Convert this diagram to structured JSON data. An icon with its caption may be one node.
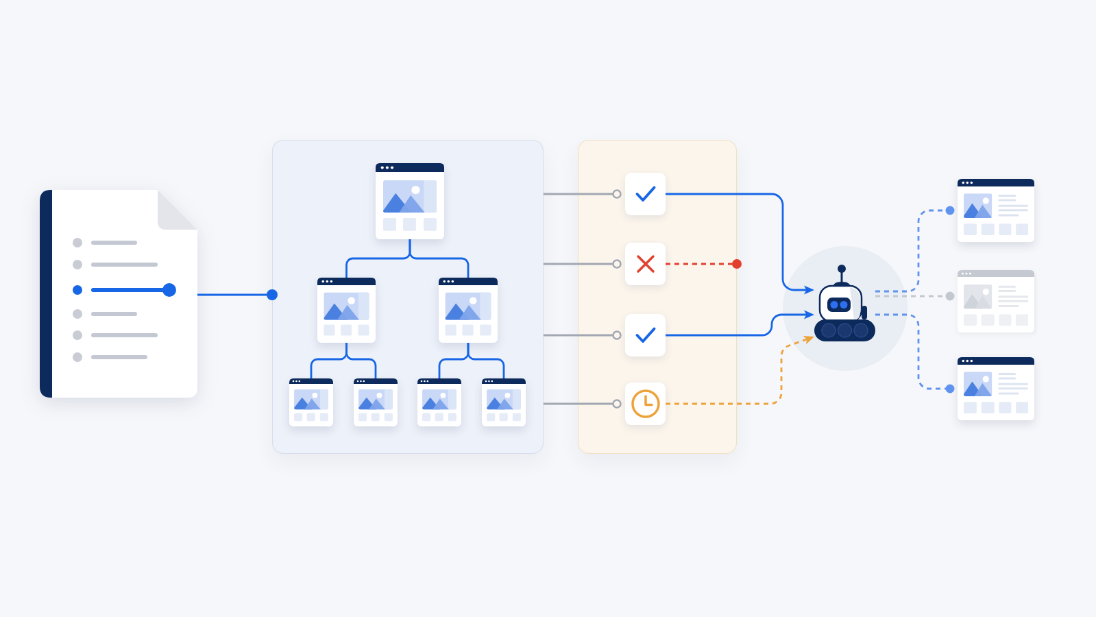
{
  "diagram": {
    "nodes": [
      {
        "text": [],
        "shape": "document"
      },
      {
        "text": [],
        "shape": "box"
      },
      {
        "text": [],
        "shape": "picture",
        "in": 1
      },
      {
        "text": [],
        "shape": "picture",
        "in": 1
      },
      {
        "text": [],
        "shape": "picture",
        "in": 1
      },
      {
        "text": [],
        "shape": "picture",
        "in": 1
      },
      {
        "text": [],
        "shape": "picture",
        "in": 1
      },
      {
        "text": [],
        "shape": "picture",
        "in": 1
      },
      {
        "text": [],
        "shape": "picture",
        "in": 1
      },
      {
        "text": [],
        "shape": "box"
      },
      {
        "text": [],
        "shape": "box",
        "in": 9
      },
      {
        "text": [],
        "shape": "box",
        "in": 9
      },
      {
        "text": [],
        "shape": "box",
        "in": 9
      },
      {
        "text": [],
        "shape": "box",
        "in": 9
      },
      {
        "text": [],
        "shape": "robot"
      },
      {
        "text": [],
        "shape": "picture"
      },
      {
        "text": [],
        "shape": "picture"
      },
      {
        "text": [],
        "shape": "picture"
      }
    ],
    "edges": [
      {
        "from": 0,
        "to": 1,
        "arrow": "other"
      },
      {
        "from": 2,
        "to": 3,
        "arrow": "none"
      },
      {
        "from": 2,
        "to": 4,
        "arrow": "none"
      },
      {
        "from": 3,
        "to": 5,
        "arrow": "none"
      },
      {
        "from": 3,
        "to": 6,
        "arrow": "none"
      },
      {
        "from": 4,
        "to": 7,
        "arrow": "none"
      },
      {
        "from": 4,
        "to": 8,
        "arrow": "none"
      },
      {
        "from": 1,
        "to": 10,
        "arrow": "other",
        "color": "#a2a7b2"
      },
      {
        "from": 1,
        "to": 11,
        "arrow": "other",
        "color": "#a2a7b2"
      },
      {
        "from": 1,
        "to": 12,
        "arrow": "other",
        "color": "#a2a7b2"
      },
      {
        "from": 1,
        "to": 13,
        "arrow": "other",
        "color": "#a2a7b2"
      },
      {
        "from": 10,
        "to": 14,
        "arrow": "to"
      },
      {
        "from": 11,
        "to": null,
        "arrow": "other",
        "style": "dashed",
        "color": "#e2402f"
      },
      {
        "from": 12,
        "to": 14,
        "arrow": "to"
      },
      {
        "from": 13,
        "to": 14,
        "arrow": "to",
        "style": "dashed",
        "color": "#eea23a"
      },
      {
        "from": 14,
        "to": 15,
        "arrow": "other",
        "style": "dashed",
        "color": "#5f93ee"
      },
      {
        "from": 14,
        "to": 16,
        "arrow": "other",
        "style": "dashed",
        "color": "#c3c7cf"
      },
      {
        "from": 14,
        "to": 17,
        "arrow": "other",
        "style": "dashed",
        "color": "#5f93ee"
      }
    ]
  }
}
